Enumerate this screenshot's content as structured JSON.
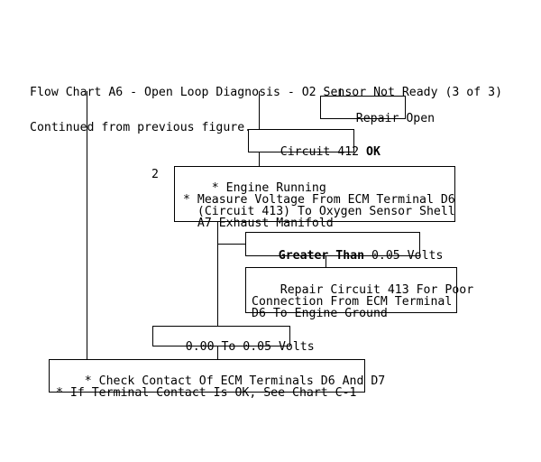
{
  "figure": {
    "title_line1": "Flow Chart A6 - Open Loop Diagnosis - O2 Sensor Not Ready (3 of 3)",
    "title_line2": "Continued from previous figure.",
    "step_marker": "2"
  },
  "nodes": {
    "repair_open": {
      "label": "Repair Open"
    },
    "circuit_412": {
      "text": "Circuit 412 ",
      "bold": "OK"
    },
    "engine_check": {
      "lines": "* Engine Running\n* Measure Voltage From ECM Terminal D6\n  (Circuit 413) To Oxygen Sensor Shell\n  A7 Exhaust Manifold"
    },
    "greater_than": {
      "bold": "Greater Than",
      "text": " 0.05 Volts"
    },
    "repair_circuit_413": {
      "lines": "Repair Circuit 413 For Poor\nConnection From ECM Terminal\nD6 To Engine Ground"
    },
    "volts_range": {
      "label": "0.00 To 0.05 Volts"
    },
    "check_contact": {
      "lines": "* Check Contact Of ECM Terminals D6 And D7\n* If Terminal Contact Is OK, See Chart C-1"
    }
  },
  "colors": {
    "ink": "#000000",
    "background": "#ffffff"
  }
}
